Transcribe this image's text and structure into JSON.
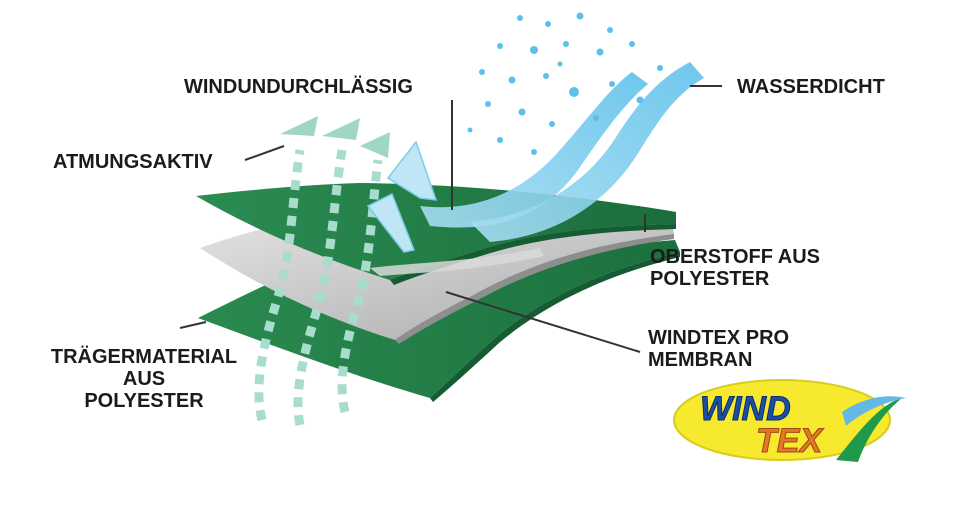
{
  "labels": {
    "windproof": "WINDUNDURCHLÄSSIG",
    "waterproof": "WASSERDICHT",
    "breathable": "ATMUNGSAKTIV",
    "outer_fabric": [
      "OBERSTOFF AUS",
      "POLYESTER"
    ],
    "membrane": [
      "WINDTEX PRO",
      "MEMBRAN"
    ],
    "backing": [
      "TRÄGERMATERIAL",
      "AUS",
      "POLYESTER"
    ]
  },
  "logo": {
    "line1": "WIND",
    "line2": "TEX"
  },
  "colors": {
    "layer_green": "#1f7d45",
    "membrane_gray": "#c7c7c7",
    "water_blue": "#6cc6ea",
    "air_mint": "#8fd0bf",
    "logo_yellow": "#f6e92e",
    "logo_blue": "#1b4fa6",
    "logo_orange": "#e3782a"
  }
}
